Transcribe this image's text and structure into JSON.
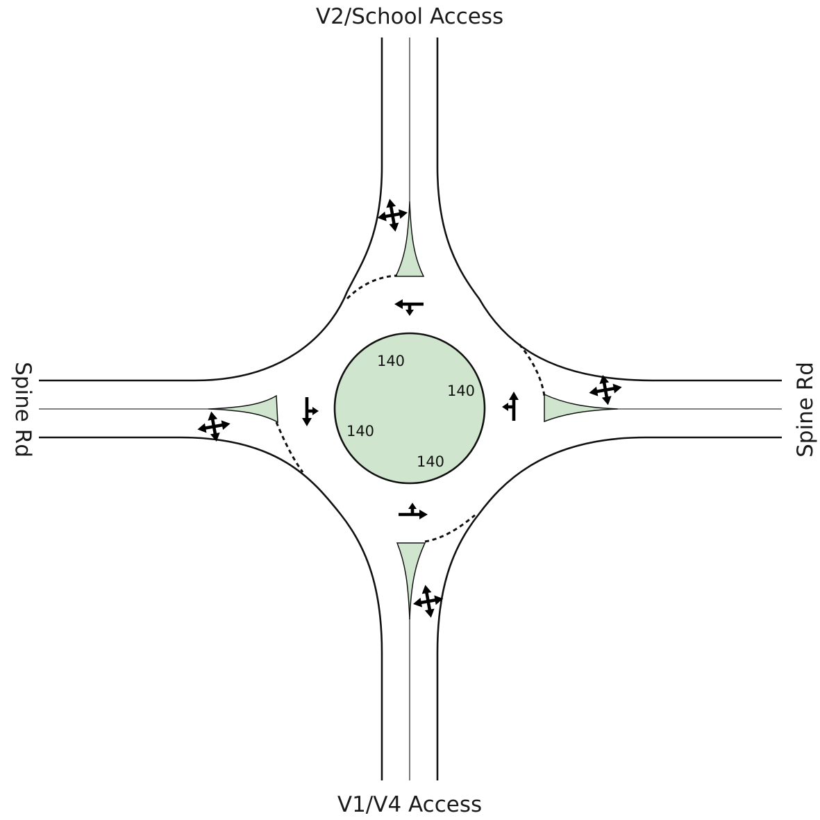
{
  "roads": {
    "north": "V2/School Access",
    "south": "V1/V4 Access",
    "west": "Spine Rd",
    "east": "Spine Rd"
  },
  "central_island": {
    "labels": [
      "140",
      "140",
      "140",
      "140"
    ]
  },
  "colors": {
    "island_fill": "#cfe5cd",
    "curb": "#111111",
    "centerline": "#555555",
    "background": "#ffffff"
  },
  "icons": {
    "approach_arrow": "left-through-right-arrow-icon",
    "circulating_arrow": "circulating-lane-arrow-icon"
  }
}
